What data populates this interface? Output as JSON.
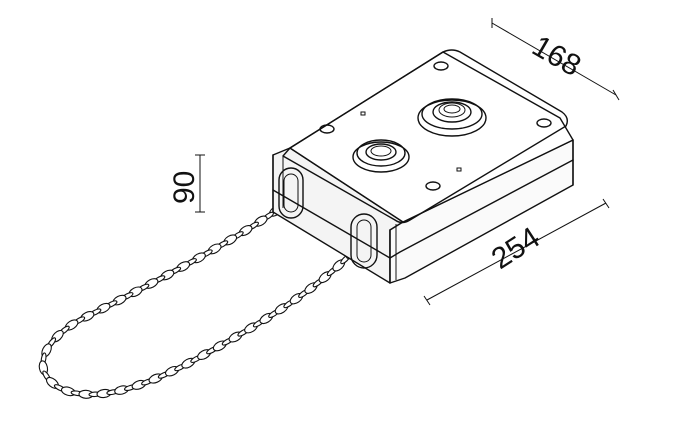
{
  "dimensions": {
    "depth": "168",
    "height": "90",
    "length": "254"
  }
}
